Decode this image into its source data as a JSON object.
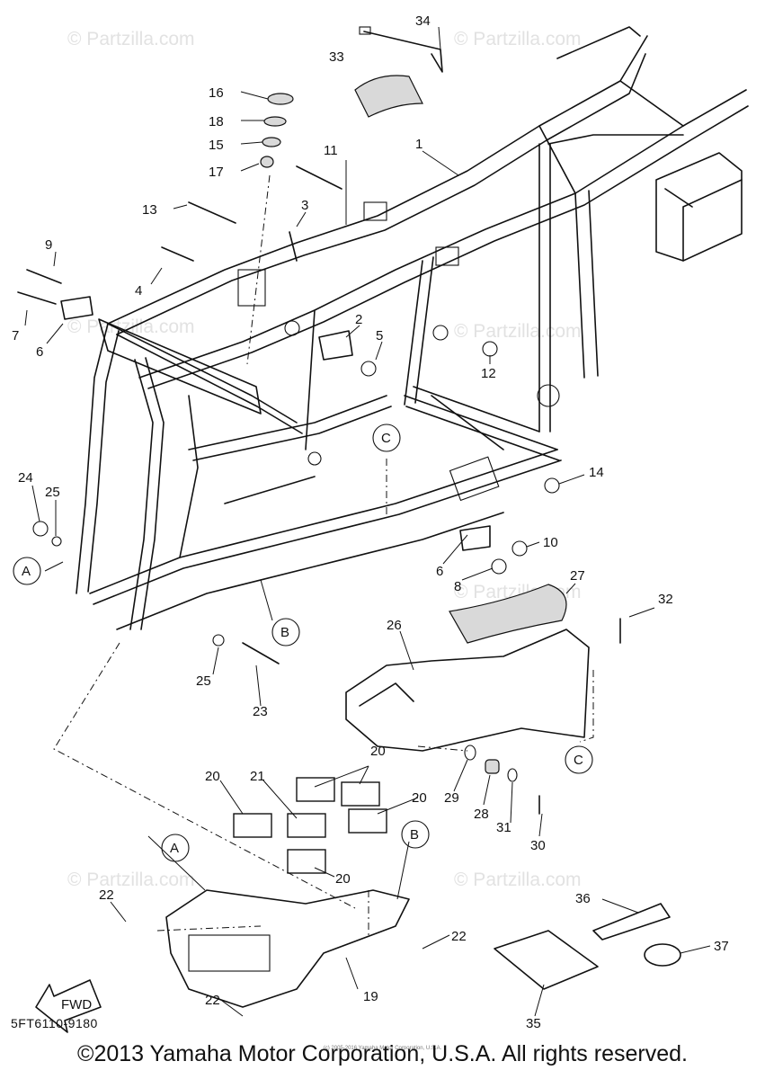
{
  "diagram": {
    "code": "5FT6110-9180",
    "copyright": "©2013 Yamaha Motor Corporation, U.S.A. All rights reserved.",
    "fine_print": "(c) 2005-2016 Yamaha Motor Corporation, U.S.A.",
    "watermark": "© Partzilla.com",
    "fwd_label": "FWD",
    "reference_letters": {
      "a": "A",
      "b": "B",
      "c": "C"
    },
    "callouts": {
      "n1": "1",
      "n2": "2",
      "n3": "3",
      "n4": "4",
      "n5": "5",
      "n6": "6",
      "n7": "7",
      "n8": "8",
      "n9": "9",
      "n10": "10",
      "n11": "11",
      "n12": "12",
      "n13": "13",
      "n14": "14",
      "n15": "15",
      "n16": "16",
      "n17": "17",
      "n18": "18",
      "n19": "19",
      "n20": "20",
      "n21": "21",
      "n22": "22",
      "n23": "23",
      "n24": "24",
      "n25": "25",
      "n26": "26",
      "n27": "27",
      "n28": "28",
      "n29": "29",
      "n30": "30",
      "n31": "31",
      "n32": "32",
      "n33": "33",
      "n34": "34",
      "n35": "35",
      "n36": "36",
      "n37": "37"
    },
    "colors": {
      "line": "#111111",
      "background": "#ffffff",
      "watermark": "#e2e2e2"
    }
  }
}
